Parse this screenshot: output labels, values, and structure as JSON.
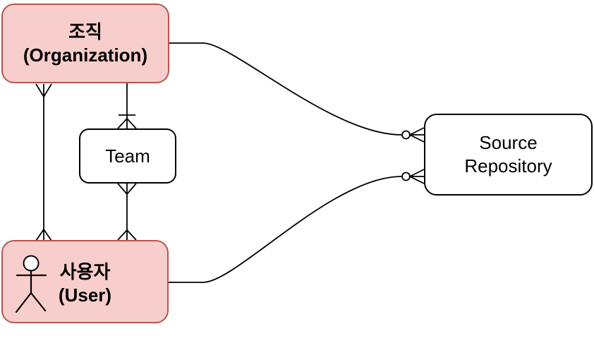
{
  "diagram": {
    "type": "entity-relationship-diagram",
    "background": "#FFFFFF"
  },
  "colors": {
    "highlight_fill": "#F8CECC",
    "highlight_border": "#B85450",
    "default_fill": "#FFFFFF",
    "default_border": "#000000",
    "edge": "#000000",
    "text": "#000000"
  },
  "entities": {
    "organization": {
      "line1": "조직",
      "line2": "(Organization)"
    },
    "team": {
      "label": "Team"
    },
    "user": {
      "line1": "사용자",
      "line2": "(User)",
      "icon": "actor-stick-figure"
    },
    "source_repository": {
      "line1": "Source",
      "line2": "Repository"
    }
  },
  "relationships": [
    {
      "from": "organization",
      "to": "user",
      "from_end": "many",
      "to_end": "many",
      "shape": "straight-vertical"
    },
    {
      "from": "organization",
      "to": "team",
      "from_end": "plain",
      "to_end": "one-or-many",
      "shape": "straight-vertical"
    },
    {
      "from": "team",
      "to": "user",
      "from_end": "many",
      "to_end": "many",
      "shape": "straight-vertical"
    },
    {
      "from": "organization",
      "to": "source_repository",
      "from_end": "plain",
      "to_end": "zero-or-many",
      "shape": "curved"
    },
    {
      "from": "user",
      "to": "source_repository",
      "from_end": "plain",
      "to_end": "zero-or-many",
      "shape": "curved"
    }
  ]
}
